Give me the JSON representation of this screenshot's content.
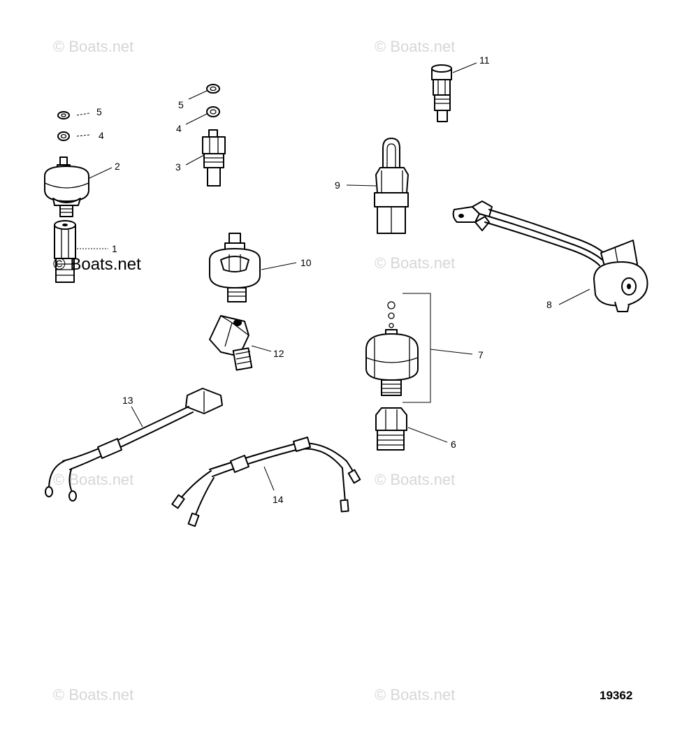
{
  "watermark": "© Boats.net",
  "figure_number": "19362",
  "callouts": {
    "c1": "1",
    "c2": "2",
    "c3": "3",
    "c4a": "4",
    "c4b": "4",
    "c5a": "5",
    "c5b": "5",
    "c6": "6",
    "c7": "7",
    "c8": "8",
    "c9": "9",
    "c10": "10",
    "c11": "11",
    "c12": "12",
    "c13": "13",
    "c14": "14"
  }
}
